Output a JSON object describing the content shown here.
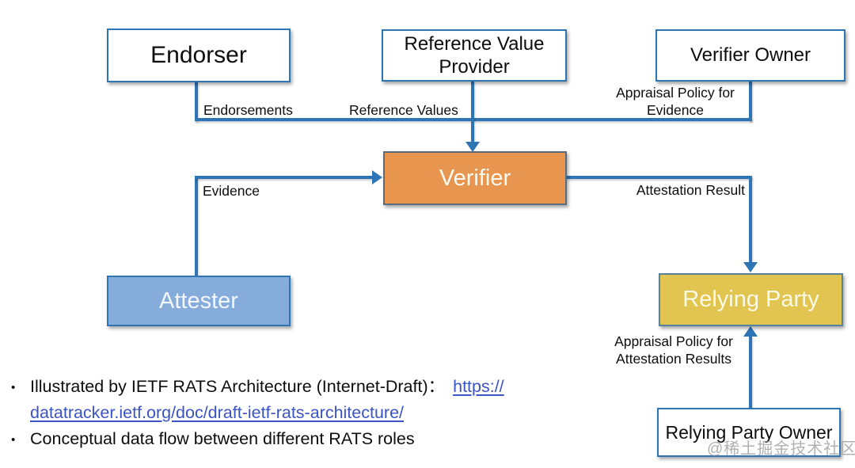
{
  "diagram": {
    "nodes": {
      "endorser": {
        "label": "Endorser"
      },
      "reference_value_provider": {
        "label": "Reference Value Provider"
      },
      "verifier_owner": {
        "label": "Verifier Owner"
      },
      "verifier": {
        "label": "Verifier"
      },
      "attester": {
        "label": "Attester"
      },
      "relying_party": {
        "label": "Relying Party"
      },
      "relying_party_owner": {
        "label": "Relying Party Owner"
      }
    },
    "edges": {
      "endorsements": {
        "label": "Endorsements"
      },
      "reference_values": {
        "label": "Reference Values"
      },
      "appraisal_policy_evidence": {
        "line1": "Appraisal Policy for",
        "line2": "Evidence"
      },
      "evidence": {
        "label": "Evidence"
      },
      "attestation_result": {
        "label": "Attestation Result"
      },
      "appraisal_policy_attestation_results": {
        "line1": "Appraisal Policy for",
        "line2": "Attestation Results"
      }
    },
    "colors": {
      "connector_blue": "#2E75B6",
      "verifier_fill": "#E8954F",
      "attester_fill": "#85ACDB",
      "relying_party_fill": "#E2C550",
      "link_blue": "#3B54C4"
    }
  },
  "notes": {
    "bullet_char": "•",
    "bullet1_text": "Illustrated by IETF RATS Architecture (Internet-Draft)：",
    "bullet1_link_line1": "https://",
    "bullet1_link_line2": "datatracker.ietf.org/doc/draft-ietf-rats-architecture/",
    "bullet1_link_full": "https://datatracker.ietf.org/doc/draft-ietf-rats-architecture/",
    "bullet2_text": "Conceptual data flow between different RATS roles"
  },
  "watermark": {
    "text": "@稀土掘金技术社区"
  }
}
